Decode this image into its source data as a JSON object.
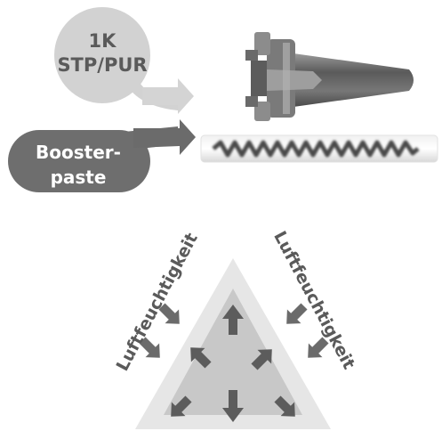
{
  "inputs": {
    "component_1k": {
      "line1": "1K",
      "line2": "STP/PUR"
    },
    "booster": {
      "line1": "Booster-",
      "line2": "paste"
    }
  },
  "triangle": {
    "left_label": "Luftfeuchtigkeit",
    "right_label": "Luftfeuchtigkeit"
  },
  "colors": {
    "light_bubble": "#d2d2d2",
    "dark_bubble": "#6e6e6e",
    "light_arrow": "#d4d4d4",
    "dark_arrow": "#6b6b6b",
    "dark_text": "#5a5a5a",
    "white_text": "#ffffff",
    "triangle_outer": "#e6e6e6",
    "triangle_inner": "#c8c8c8",
    "inner_arrow": "#5c5c5c"
  }
}
